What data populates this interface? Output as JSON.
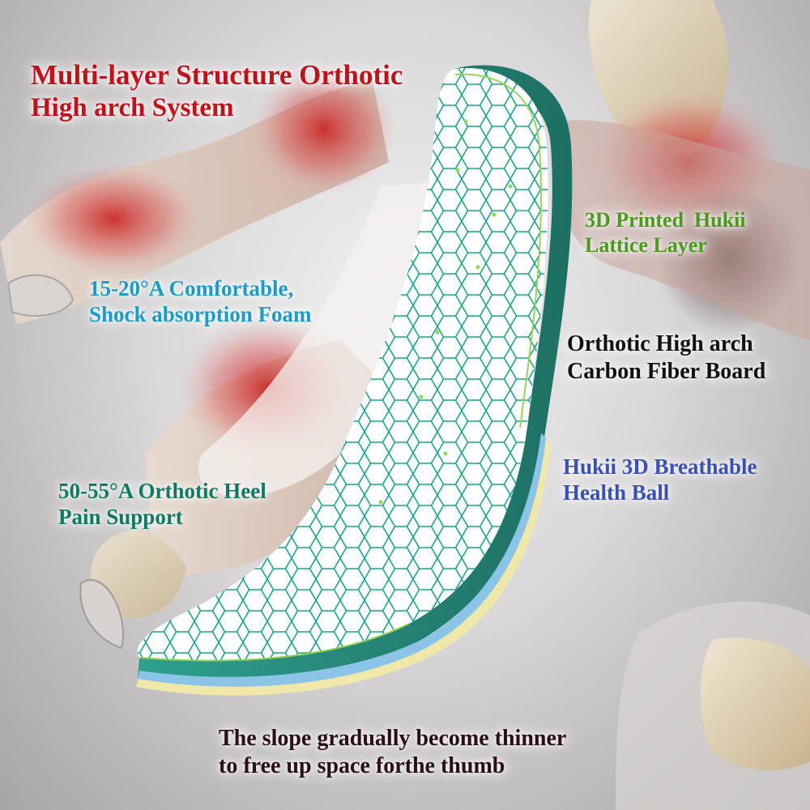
{
  "colors": {
    "title": "#c0121a",
    "foam": "#1a9cc4",
    "lattice": "#4a9a1c",
    "carbon": "#111111",
    "ball": "#3b4fb8",
    "heel": "#0e7a62",
    "slope": "#2a0f1a",
    "lattice_lines": "#1aa58a",
    "insole_side": "#2f9a8c",
    "highlight_red": "#d8322c"
  },
  "title": {
    "line1": "Multi-layer Structure Orthotic",
    "line2": "High arch System"
  },
  "callouts": {
    "foam": {
      "line1": "15-20°A Comfortable,",
      "line2": "Shock absorption Foam"
    },
    "lattice": {
      "line1": "3D Printed  Hukii",
      "line2": "Lattice Layer"
    },
    "carbon": {
      "line1": "Orthotic High arch",
      "line2": "Carbon Fiber Board"
    },
    "ball": {
      "line1": "Hukii 3D Breathable",
      "line2": "Health Ball"
    },
    "heel": {
      "line1": "50-55°A Orthotic Heel",
      "line2": "Pain Support"
    },
    "slope": {
      "line1": "The slope gradually become thinner",
      "line2": "to free up space forthe thumb"
    }
  },
  "image": {
    "subject": "orthotic-insole-with-honeycomb-lattice",
    "background": "foot-anatomy-skeletons-with-red-pain-highlights"
  }
}
